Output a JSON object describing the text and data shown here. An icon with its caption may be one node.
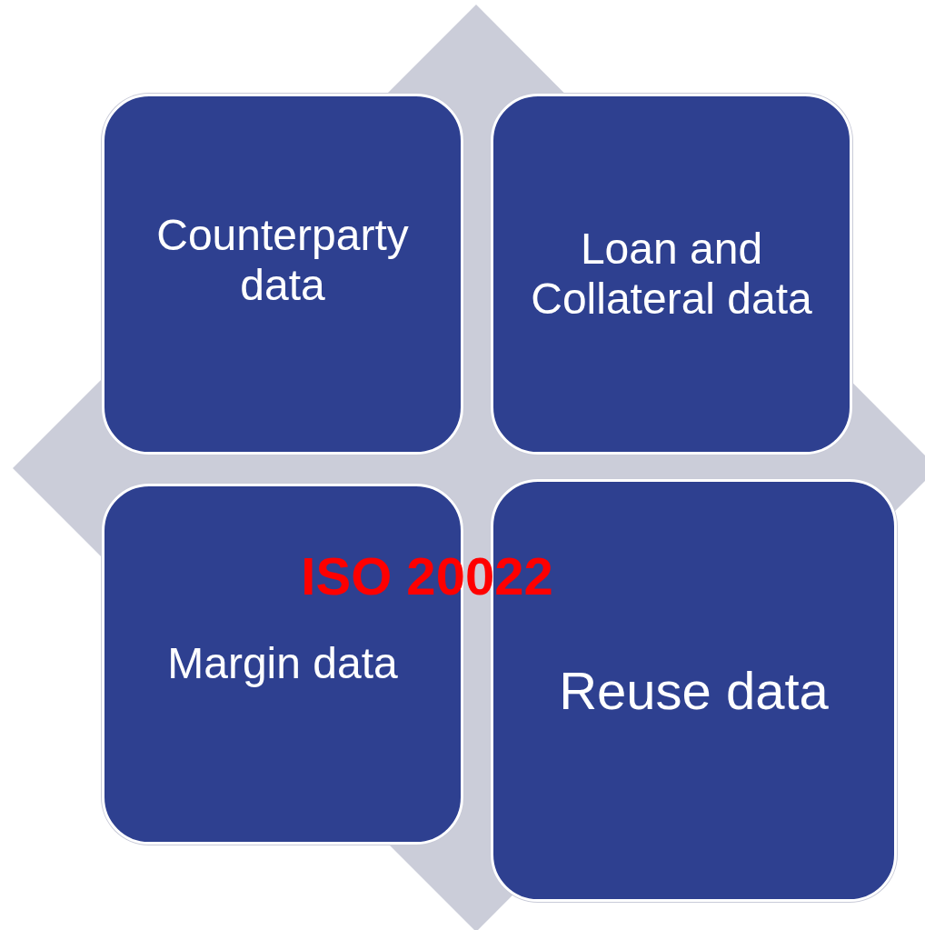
{
  "diagram": {
    "nodes": [
      {
        "text": [
          "Counterparty data"
        ]
      },
      {
        "text": [
          "Loan and Collateral data"
        ]
      },
      {
        "text": [
          "Margin data"
        ]
      },
      {
        "text": [
          "Reuse data"
        ]
      }
    ],
    "labels": [
      "ISO 20022"
    ]
  }
}
